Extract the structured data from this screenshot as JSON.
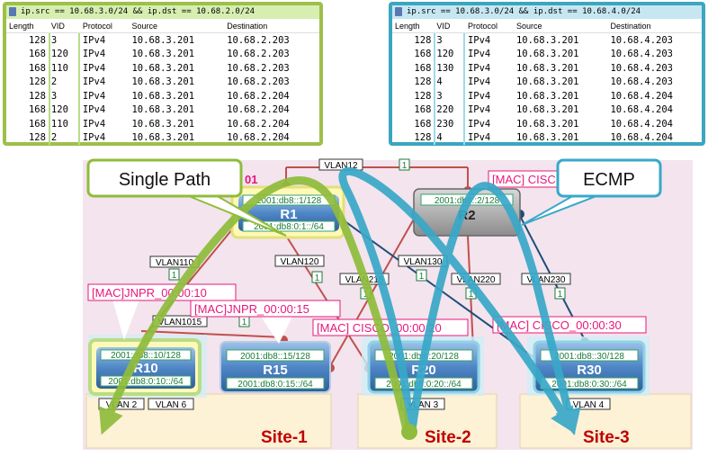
{
  "left_panel": {
    "filter": "ip.src == 10.68.3.0/24 && ip.dst == 10.68.2.0/24",
    "columns": [
      "Length",
      "VID",
      "Protocol",
      "Source",
      "Destination"
    ],
    "rows": [
      [
        "128",
        "3",
        "IPv4",
        "10.68.3.201",
        "10.68.2.203"
      ],
      [
        "168",
        "120",
        "IPv4",
        "10.68.3.201",
        "10.68.2.203"
      ],
      [
        "168",
        "110",
        "IPv4",
        "10.68.3.201",
        "10.68.2.203"
      ],
      [
        "128",
        "2",
        "IPv4",
        "10.68.3.201",
        "10.68.2.203"
      ],
      [
        "128",
        "3",
        "IPv4",
        "10.68.3.201",
        "10.68.2.204"
      ],
      [
        "168",
        "120",
        "IPv4",
        "10.68.3.201",
        "10.68.2.204"
      ],
      [
        "168",
        "110",
        "IPv4",
        "10.68.3.201",
        "10.68.2.204"
      ],
      [
        "128",
        "2",
        "IPv4",
        "10.68.3.201",
        "10.68.2.204"
      ]
    ]
  },
  "right_panel": {
    "filter": "ip.src == 10.68.3.0/24 && ip.dst == 10.68.4.0/24",
    "columns": [
      "Length",
      "VID",
      "Protocol",
      "Source",
      "Destination"
    ],
    "rows": [
      [
        "128",
        "3",
        "IPv4",
        "10.68.3.201",
        "10.68.4.203"
      ],
      [
        "168",
        "120",
        "IPv4",
        "10.68.3.201",
        "10.68.4.203"
      ],
      [
        "168",
        "130",
        "IPv4",
        "10.68.3.201",
        "10.68.4.203"
      ],
      [
        "128",
        "4",
        "IPv4",
        "10.68.3.201",
        "10.68.4.203"
      ],
      [
        "128",
        "3",
        "IPv4",
        "10.68.3.201",
        "10.68.4.204"
      ],
      [
        "168",
        "220",
        "IPv4",
        "10.68.3.201",
        "10.68.4.204"
      ],
      [
        "168",
        "230",
        "IPv4",
        "10.68.3.201",
        "10.68.4.204"
      ],
      [
        "128",
        "4",
        "IPv4",
        "10.68.3.201",
        "10.68.4.204"
      ]
    ]
  },
  "callouts": {
    "single_path": "Single Path",
    "ecmp": "ECMP"
  },
  "routers": {
    "r1": {
      "name": "R1",
      "top": "2001:db8::1/128",
      "bottom": "2001:db8:0:1::/64"
    },
    "r2": {
      "name": "R2",
      "top": "2001:db8::2/128"
    },
    "r10": {
      "name": "R10",
      "top": "2001:db8::10/128",
      "bottom": "2001:db8:0:10::/64"
    },
    "r15": {
      "name": "R15",
      "top": "2001:db8::15/128",
      "bottom": "2001:db8:0:15::/64"
    },
    "r20": {
      "name": "R20",
      "top": "2001:db8::20/128",
      "bottom": "2001:db8:0:20::/64"
    },
    "r30": {
      "name": "R30",
      "top": "2001:db8::30/128",
      "bottom": "2001:db8:0:30::/64"
    }
  },
  "vlans": {
    "v12": "VLAN12",
    "v110": "VLAN110",
    "v120": "VLAN120",
    "v130": "VLAN130",
    "v215": "VLAN215",
    "v220": "VLAN220",
    "v230": "VLAN230",
    "v1015": "VLAN1015",
    "v2": "VLAN 2",
    "v6": "VLAN 6",
    "v3": "VLAN 3",
    "v4": "VLAN 4",
    "cost": "1"
  },
  "macs": {
    "jnpr10": "[MAC]JNPR_00:00:10",
    "jnpr15": "[MAC]JNPR_00:00:15",
    "cisco20": "[MAC] CISCO_00:00:20",
    "cisco30": "[MAC] CISCO_00:00:30",
    "cisco2": "[MAC] CISCO",
    "r1frag": "01"
  },
  "sites": {
    "s1": "Site-1",
    "s2": "Site-2",
    "s3": "Site-3"
  },
  "colors": {
    "single_path": "#8fbc3c",
    "ecmp": "#38a8c8",
    "vlan_line": "#c0504d",
    "vlan_line_blue": "#1f4e79",
    "mac_label": "#e8177c",
    "site_text": "#c00000",
    "lab_bg": "#f3e4ee",
    "site_bg": "#fdf1d6"
  }
}
